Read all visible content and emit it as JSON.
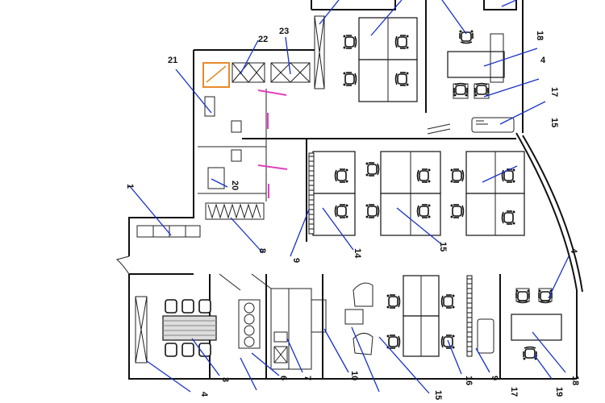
{
  "plan": {
    "callouts": [
      {
        "id": "c1",
        "label": "1"
      },
      {
        "id": "c3",
        "label": "3"
      },
      {
        "id": "c4a",
        "label": "4"
      },
      {
        "id": "c4b",
        "label": "4"
      },
      {
        "id": "c4c",
        "label": "4"
      },
      {
        "id": "c6",
        "label": "6"
      },
      {
        "id": "c7",
        "label": "7"
      },
      {
        "id": "c8",
        "label": "8"
      },
      {
        "id": "c9a",
        "label": "9"
      },
      {
        "id": "c9b",
        "label": "9"
      },
      {
        "id": "c10",
        "label": "10"
      },
      {
        "id": "c14",
        "label": "14"
      },
      {
        "id": "c15a",
        "label": "15"
      },
      {
        "id": "c15b",
        "label": "15"
      },
      {
        "id": "c15c",
        "label": "15"
      },
      {
        "id": "c16",
        "label": "16"
      },
      {
        "id": "c17a",
        "label": "17"
      },
      {
        "id": "c17b",
        "label": "17"
      },
      {
        "id": "c18a",
        "label": "18"
      },
      {
        "id": "c18b",
        "label": "18"
      },
      {
        "id": "c19",
        "label": "19"
      },
      {
        "id": "c20",
        "label": "20"
      },
      {
        "id": "c21",
        "label": "21"
      },
      {
        "id": "c22",
        "label": "22"
      },
      {
        "id": "c23",
        "label": "23"
      }
    ],
    "colors": {
      "walls": "#111111",
      "leaders": "#1830c8",
      "doors": "#e040c0",
      "kitchen_corner": "#e88a2c"
    }
  }
}
